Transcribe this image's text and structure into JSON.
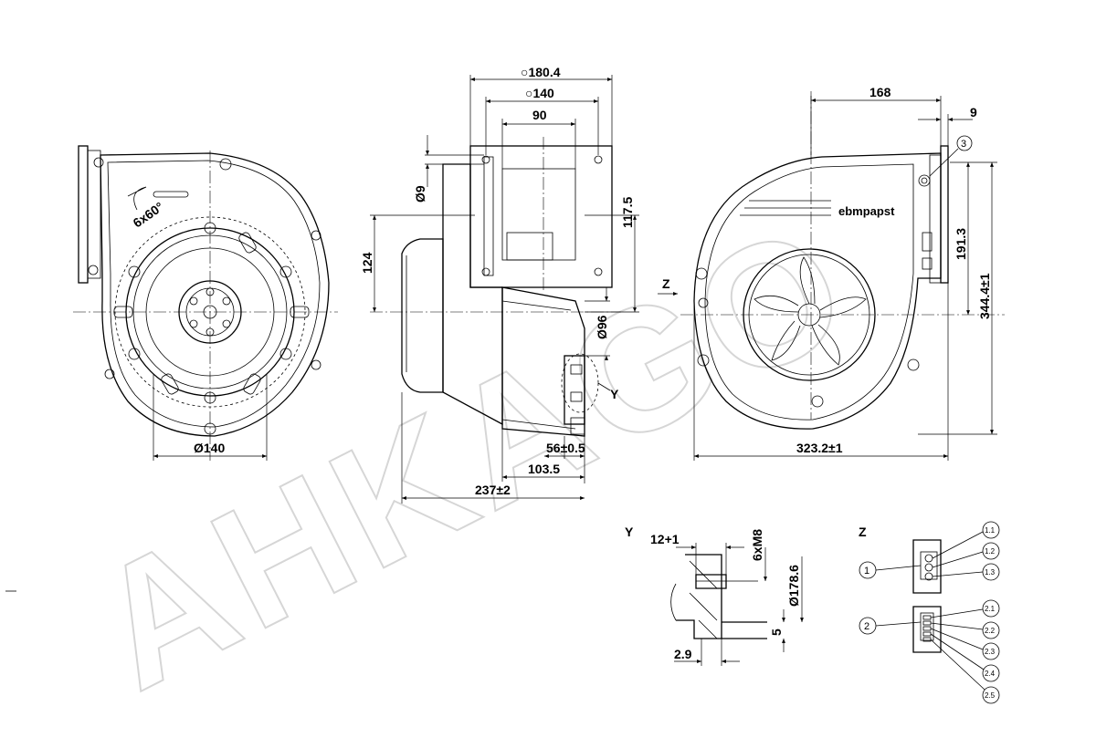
{
  "watermark": "AHKAGO",
  "side_left_view": {
    "angle_label": "6x60°",
    "diameter_label": "Ø140"
  },
  "center_view": {
    "dim_outer": "○180.4",
    "dim_mid": "○140",
    "dim_inner": "90",
    "dim_hole": "Ø9",
    "dim_height_outlet": "117.5",
    "dim_124": "124",
    "dim_96": "Ø96",
    "dim_56": "56±0.5",
    "dim_1035": "103.5",
    "dim_237": "237±2",
    "label_y": "Y"
  },
  "right_view": {
    "dim_168": "168",
    "dim_9": "9",
    "dim_1913": "191.3",
    "dim_3444": "344.4±1",
    "dim_3232": "323.2±1",
    "callout_3": "3",
    "label_z": "Z",
    "brand": "ebmpapst"
  },
  "detail_y": {
    "title": "Y",
    "dim_12": "12+1",
    "dim_6xm8": "6xM8",
    "dim_1786": "Ø178.6",
    "dim_5": "5",
    "dim_29": "2.9"
  },
  "detail_z": {
    "title": "Z",
    "callout_1": "1",
    "callout_2": "2",
    "pins_1": [
      "1.1",
      "1.2",
      "1.3"
    ],
    "pins_2": [
      "2.1",
      "2.2",
      "2.3",
      "2.4",
      "2.5"
    ]
  }
}
